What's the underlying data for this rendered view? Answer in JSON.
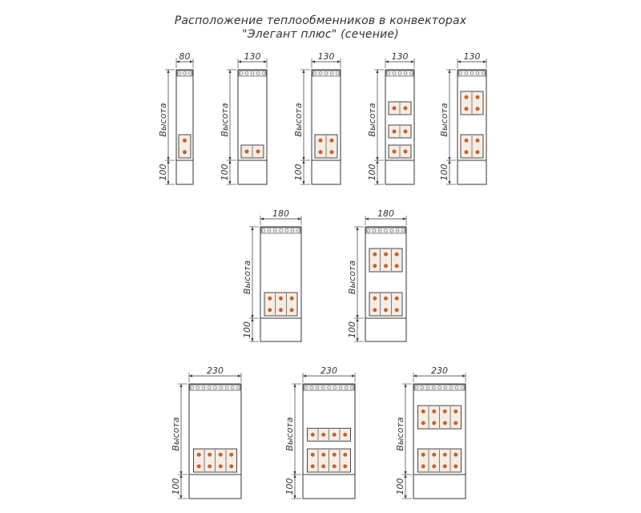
{
  "title": {
    "line1": "Расположение теплообменников в конвекторах",
    "line2": "\"Элегант плюс\" (сечение)"
  },
  "labels": {
    "height": "Высота",
    "base": "100"
  },
  "colors": {
    "line": "#333333",
    "heat_exchanger_fill": "#f7ece2",
    "pipe": "#c8622e"
  },
  "sections": [
    {
      "width_label": "80",
      "exchangers": [
        {
          "rows": 2,
          "cols": 1,
          "position": "bottom"
        }
      ]
    },
    {
      "width_label": "130",
      "exchangers": [
        {
          "rows": 1,
          "cols": 2,
          "position": "bottom"
        }
      ]
    },
    {
      "width_label": "130",
      "exchangers": [
        {
          "rows": 2,
          "cols": 2,
          "position": "bottom"
        }
      ]
    },
    {
      "width_label": "130",
      "exchangers": [
        {
          "rows": 1,
          "cols": 2,
          "position": "top"
        },
        {
          "rows": 1,
          "cols": 2,
          "position": "middle"
        },
        {
          "rows": 1,
          "cols": 2,
          "position": "bottom"
        }
      ]
    },
    {
      "width_label": "130",
      "exchangers": [
        {
          "rows": 2,
          "cols": 2,
          "position": "top"
        },
        {
          "rows": 2,
          "cols": 2,
          "position": "bottom"
        }
      ]
    },
    {
      "width_label": "180",
      "exchangers": [
        {
          "rows": 2,
          "cols": 3,
          "position": "bottom"
        }
      ]
    },
    {
      "width_label": "180",
      "exchangers": [
        {
          "rows": 2,
          "cols": 3,
          "position": "top"
        },
        {
          "rows": 2,
          "cols": 3,
          "position": "bottom"
        }
      ]
    },
    {
      "width_label": "230",
      "exchangers": [
        {
          "rows": 2,
          "cols": 4,
          "position": "bottom"
        }
      ]
    },
    {
      "width_label": "230",
      "exchangers": [
        {
          "rows": 1,
          "cols": 4,
          "position": "middle"
        },
        {
          "rows": 2,
          "cols": 4,
          "position": "bottom"
        }
      ]
    },
    {
      "width_label": "230",
      "exchangers": [
        {
          "rows": 2,
          "cols": 4,
          "position": "top"
        },
        {
          "rows": 2,
          "cols": 4,
          "position": "bottom"
        }
      ]
    }
  ]
}
